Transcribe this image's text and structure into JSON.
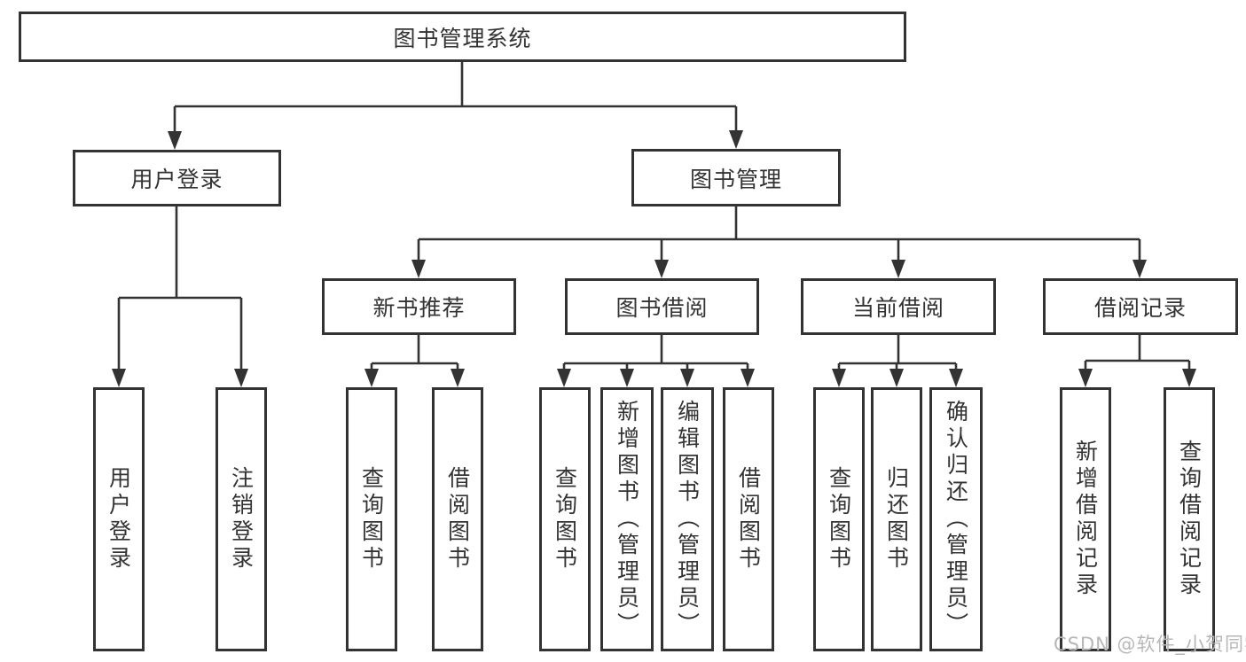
{
  "diagram": {
    "root": {
      "label": "图书管理系统"
    },
    "level2": {
      "user_login": {
        "label": "用户登录"
      },
      "book_mgmt": {
        "label": "图书管理"
      }
    },
    "level3": {
      "new_books": {
        "label": "新书推荐"
      },
      "book_borrow": {
        "label": "图书借阅"
      },
      "current_borrow": {
        "label": "当前借阅"
      },
      "borrow_records": {
        "label": "借阅记录"
      }
    },
    "leaves": {
      "login": {
        "label": "用户登录"
      },
      "logout": {
        "label": "注销登录"
      },
      "nb_query": {
        "label": "查询图书"
      },
      "nb_borrow": {
        "label": "借阅图书"
      },
      "bw_query": {
        "label": "查询图书"
      },
      "bw_add": {
        "label": "新增图书（管理员）"
      },
      "bw_edit": {
        "label": "编辑图书（管理员）"
      },
      "bw_borrow": {
        "label": "借阅图书"
      },
      "cur_query": {
        "label": "查询图书"
      },
      "cur_return": {
        "label": "归还图书"
      },
      "cur_confirm": {
        "label": "确认归还（管理员）"
      },
      "rec_add": {
        "label": "新增借阅记录"
      },
      "rec_query": {
        "label": "查询借阅记录"
      }
    }
  },
  "watermark": {
    "text": "CSDN @软件_小贺同学"
  },
  "colors": {
    "line": "#333333",
    "text": "#333333",
    "background": "#ffffff",
    "watermark": "#b7b7b7"
  }
}
